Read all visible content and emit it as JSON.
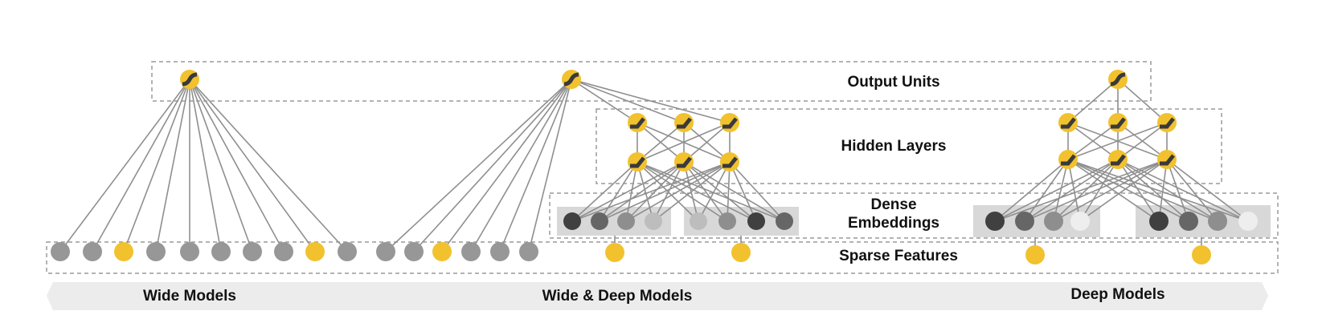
{
  "labels": {
    "output_units": "Output Units",
    "hidden_layers": "Hidden Layers",
    "dense_embeddings_line1": "Dense",
    "dense_embeddings_line2": "Embeddings",
    "sparse_features": "Sparse Features"
  },
  "banner": {
    "wide_models": "Wide Models",
    "wide_deep_models": "Wide & Deep Models",
    "deep_models": "Deep Models"
  },
  "colors": {
    "yellow": "#f2c12e",
    "gray": "#979797",
    "edge": "#8f8f8f",
    "dash": "#9a9a9a",
    "banner": "#ececec",
    "embed_box": "#d8d8d8",
    "embed_shades": [
      "#404040",
      "#666666",
      "#8e8e8e",
      "#bdbdbd",
      "#eeeeee"
    ]
  },
  "icons": {
    "output_unit": "sigmoid-activation-icon",
    "hidden_unit": "relu-activation-icon"
  }
}
